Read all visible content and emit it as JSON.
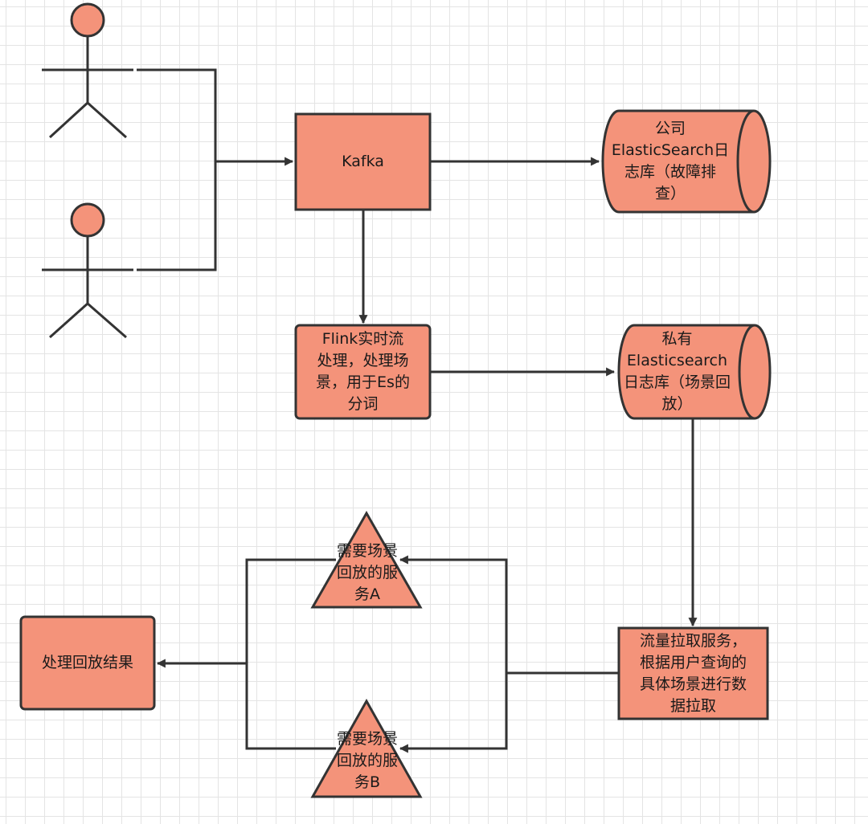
{
  "nodes": {
    "kafka": "Kafka",
    "company_es": "公司\nElasticSearch日\n志库（故障排\n查）",
    "flink": "Flink实时流\n处理，处理场\n景，用于Es的\n分词",
    "private_es": "私有\nElasticsearch\n日志库（场景回\n放）",
    "traffic_pull": "流量拉取服务，\n根据用户查询的\n具体场景进行数\n据拉取",
    "service_a": "需要场景\n回放的服\n务A",
    "service_b": "需要场景\n回放的服\n务B",
    "result": "处理回放结果"
  },
  "colors": {
    "fill": "#f4937a",
    "stroke": "#333333",
    "line": "#333333"
  }
}
